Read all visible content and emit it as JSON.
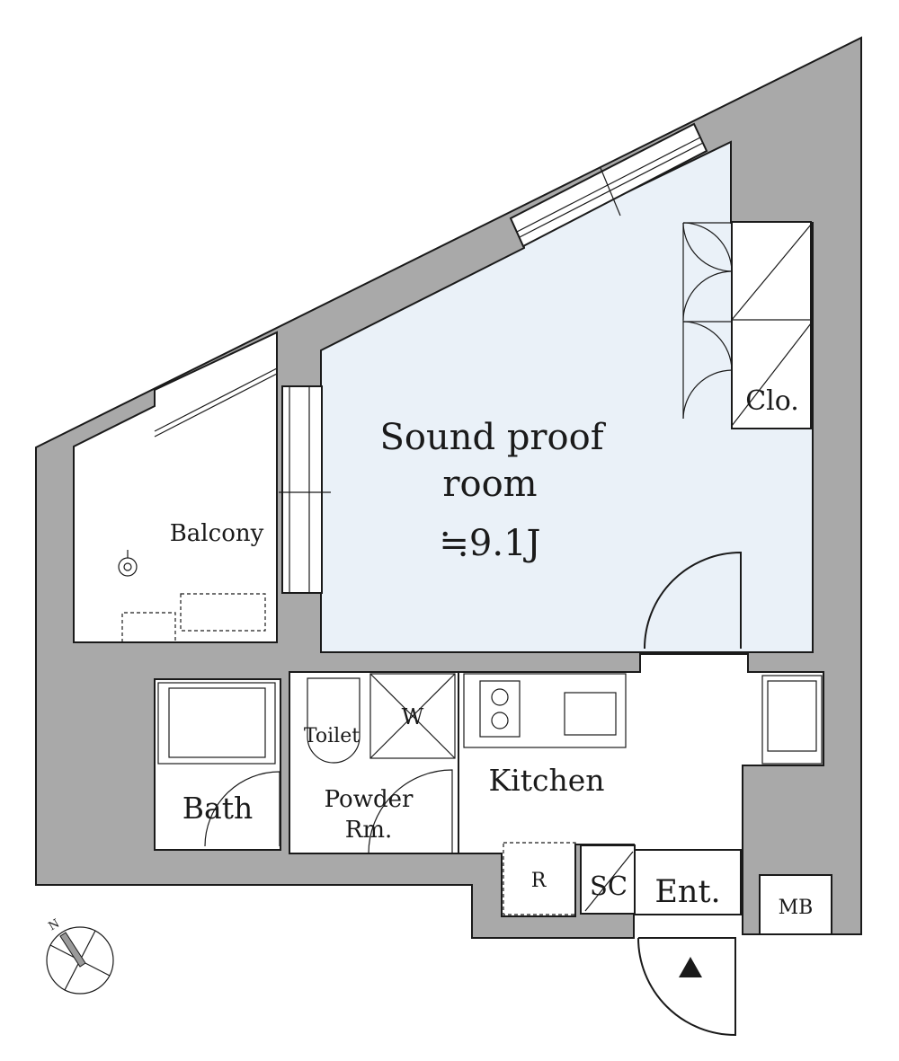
{
  "rooms": {
    "main_title_line1": "Sound proof",
    "main_title_line2": "room",
    "main_area": "≒9.1J",
    "closet": "Clo.",
    "balcony": "Balcony",
    "toilet": "Toilet",
    "washer": "W",
    "bath": "Bath",
    "powder_line1": "Powder",
    "powder_line2": "Rm.",
    "kitchen": "Kitchen",
    "refrigerator": "R",
    "shoe_closet": "SC",
    "entrance": "Ent.",
    "meter_box": "MB"
  },
  "compass": {
    "north": "N"
  },
  "colors": {
    "wall": "#a9a9a9",
    "room_fill": "#eaf1f8",
    "line": "#1a1a1a"
  }
}
